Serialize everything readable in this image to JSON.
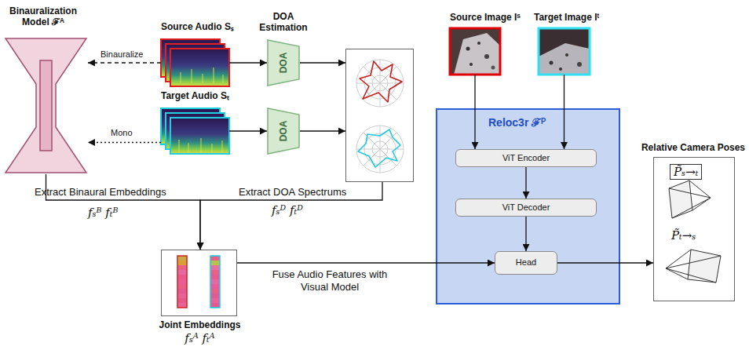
{
  "diagram": {
    "nodes": [
      {
        "text": [
          "Binauralization Model ℱᴬ"
        ]
      },
      {
        "text": [
          "Source Audio Sₛ"
        ]
      },
      {
        "text": [
          "Target Audio Sₜ"
        ]
      },
      {
        "text": [
          "DOA"
        ]
      },
      {
        "text": [
          "DOA"
        ]
      },
      {
        "text": [
          "Extract DOA Spectrums",
          "fₛᴰ fₜᴰ"
        ]
      },
      {
        "text": [
          "Source Image Iˢ"
        ]
      },
      {
        "text": [
          "Target Image Iᵗ"
        ]
      },
      {
        "text": [
          "Reloc3r ℱᴾ"
        ]
      },
      {
        "text": [
          "ViT Encoder"
        ],
        "in": 8
      },
      {
        "text": [
          "ViT Decoder"
        ],
        "in": 8
      },
      {
        "text": [
          "Head"
        ],
        "in": 8
      },
      {
        "text": [
          "Joint Embeddings",
          "fₛᴬ fₜᴬ"
        ]
      },
      {
        "text": [
          "Relative Camera Poses",
          "P̃ₛ→ₜ",
          "P̃ₜ→ₛ"
        ]
      }
    ],
    "edges": [
      {
        "from": 1,
        "to": 0,
        "arrow": "to",
        "label": "Binauralize"
      },
      {
        "from": 2,
        "to": 0,
        "arrow": "to",
        "label": "Mono"
      },
      {
        "from": 1,
        "to": 3,
        "arrow": "to"
      },
      {
        "from": 2,
        "to": 4,
        "arrow": "to"
      },
      {
        "from": 3,
        "to": 5,
        "arrow": "to"
      },
      {
        "from": 4,
        "to": 5,
        "arrow": "to"
      },
      {
        "from": 0,
        "to": 12,
        "arrow": "to",
        "label": "Extract Binaural Embeddings"
      },
      {
        "from": 5,
        "to": 12,
        "arrow": "to"
      },
      {
        "from": 6,
        "to": 9,
        "arrow": "to"
      },
      {
        "from": 7,
        "to": 9,
        "arrow": "to"
      },
      {
        "from": 9,
        "to": 10,
        "arrow": "to"
      },
      {
        "from": 10,
        "to": 11,
        "arrow": "to"
      },
      {
        "from": 12,
        "to": 11,
        "arrow": "to",
        "label": "Fuse Audio Features with Visual Model"
      },
      {
        "from": 11,
        "to": 13,
        "arrow": "to"
      }
    ],
    "labels": [
      "DOA Estimation",
      "fₛᴮ fₜᴮ"
    ]
  }
}
